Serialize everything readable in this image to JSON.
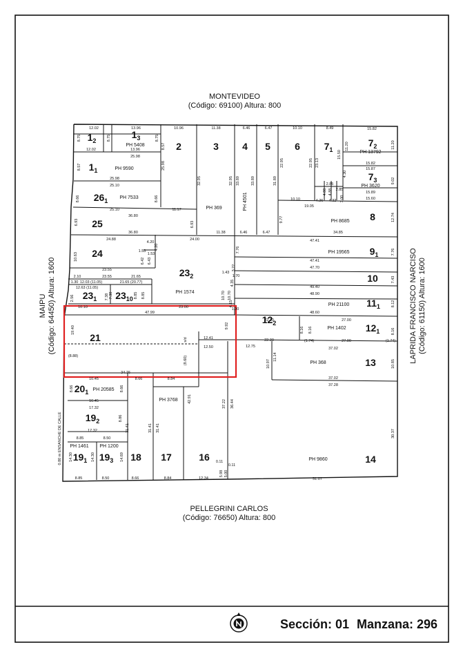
{
  "streets": {
    "north": {
      "name": "MONTEVIDEO",
      "detail": "(Código: 69100) Altura: 800"
    },
    "south": {
      "name": "PELLEGRINI CARLOS",
      "detail": "(Código: 76650) Altura: 800"
    },
    "west": {
      "name": "MAIPU",
      "detail": "(Código: 64450) Altura: 1600"
    },
    "east": {
      "name": "LAPRIDA FRANCISCO NARCISO",
      "detail": "(Código: 61150) Altura: 1600"
    }
  },
  "footer": {
    "section": "Sección: 01",
    "block": "Manzana: 296"
  },
  "parcels": [
    {
      "id": "p1_2",
      "num": "1",
      "sub": "2"
    },
    {
      "id": "p1_3",
      "num": "1",
      "sub": "3",
      "ph": "PH 5408"
    },
    {
      "id": "p1_1",
      "num": "1",
      "sub": "1",
      "ph": "PH 9590"
    },
    {
      "id": "p2",
      "num": "2"
    },
    {
      "id": "p3",
      "num": "3",
      "ph": "PH 369"
    },
    {
      "id": "p4",
      "num": "4",
      "ph": "PH 4501"
    },
    {
      "id": "p5",
      "num": "5"
    },
    {
      "id": "p6",
      "num": "6"
    },
    {
      "id": "p7_1",
      "num": "7",
      "sub": "1"
    },
    {
      "id": "p7_2",
      "num": "7",
      "sub": "2",
      "ph": "PH 13792"
    },
    {
      "id": "p7_3",
      "num": "7",
      "sub": "3",
      "ph": "PH 3620"
    },
    {
      "id": "p8",
      "num": "8",
      "ph": "PH 8685"
    },
    {
      "id": "p9_1",
      "num": "9",
      "sub": "1",
      "ph": "PH 19565"
    },
    {
      "id": "p10",
      "num": "10"
    },
    {
      "id": "p11_1",
      "num": "11",
      "sub": "1",
      "ph": "PH 21100"
    },
    {
      "id": "p12_1",
      "num": "12",
      "sub": "1",
      "ph": "PH 1402"
    },
    {
      "id": "p12_2",
      "num": "12",
      "sub": "2"
    },
    {
      "id": "p13",
      "num": "13",
      "ph": "PH 368"
    },
    {
      "id": "p14",
      "num": "14",
      "ph": "PH 9860"
    },
    {
      "id": "p16",
      "num": "16"
    },
    {
      "id": "p17",
      "num": "17"
    },
    {
      "id": "p18",
      "num": "18"
    },
    {
      "id": "p19_1",
      "num": "19",
      "sub": "1",
      "ph": "PH 1461"
    },
    {
      "id": "p19_3",
      "num": "19",
      "sub": "3",
      "ph": "PH 1200"
    },
    {
      "id": "p19_2",
      "num": "19",
      "sub": "2"
    },
    {
      "id": "p20_1",
      "num": "20",
      "sub": "1",
      "ph": "PH 20585"
    },
    {
      "id": "p21",
      "num": "21"
    },
    {
      "id": "p23_1",
      "num": "23",
      "sub": "1"
    },
    {
      "id": "p23_10",
      "num": "23",
      "sub": "10"
    },
    {
      "id": "p23_2",
      "num": "23",
      "sub": "2",
      "ph": "PH 1574"
    },
    {
      "id": "p24",
      "num": "24"
    },
    {
      "id": "p25",
      "num": "25"
    },
    {
      "id": "p26_1",
      "num": "26",
      "sub": "1",
      "ph": "PH 7533"
    },
    {
      "id": "pPH3768",
      "ph": "PH 3768"
    }
  ],
  "dims": [
    "12.02",
    "13.96",
    "10.96",
    "11.38",
    "6.46",
    "6.47",
    "10.10",
    "8.49",
    "15.82",
    "8.75",
    "8.75",
    "8.75",
    "12.02",
    "13.96",
    "11.20",
    "11.20",
    "25.98",
    "8.57",
    "25.98",
    "25.98",
    "32.95",
    "32.95",
    "33.89",
    "33.89",
    "31.89",
    "22.95",
    "22.95",
    "23.13",
    "15.50",
    "15.82",
    "15.87",
    "9.02",
    "4.30",
    "15.89",
    "8.57",
    "25.10",
    "8.66",
    "8.66",
    "25.10",
    "11.17",
    "10.10",
    "19.05",
    "4.26",
    "4.88",
    "4.88",
    "2.85",
    "2.85",
    "4.32",
    "3.00",
    "15.60",
    "12.74",
    "9.77",
    "6.93",
    "36.80",
    "6.93",
    "36.80",
    "11.38",
    "6.46",
    "6.47",
    "34.85",
    "24.88",
    "24.00",
    "10.63",
    "7.76",
    "47.41",
    "7.76",
    "4.20",
    "1.53",
    "6.42",
    "1.53",
    "6.43",
    "4.20",
    "47.41",
    "23.55",
    "3.22",
    "47.70",
    "7.43",
    "2.10",
    "23.55",
    "21.65",
    "1.43",
    "1.70",
    "49.40",
    "1.30",
    "12.03 (11.05)",
    "21.65 (20.77)",
    "4.35",
    "48.90",
    "8.12",
    "12.63 (11.05)",
    "7.38",
    "8.85",
    "10.70",
    "2.56",
    "48.60",
    "8.85",
    "10.70",
    "7.38",
    "10.10",
    "4.15",
    "1.30",
    "47.99",
    "23.00",
    "9.92",
    "22.30",
    "27.00",
    "8.16",
    "8.16",
    "8.16",
    "19.40",
    "s/d",
    "12.41",
    "12.75",
    "22.30",
    "(1.74)",
    "(1.74)",
    "27.00",
    "37.02",
    "12.50",
    "(8.88)",
    "(8.60)",
    "10.97",
    "11.14",
    "10.85",
    "34.76",
    "10.45",
    "8.66",
    "8.84",
    "37.02",
    "37.28",
    "8.66",
    "8.66",
    "16.45",
    "37.22",
    "36.44",
    "17.32",
    "31.41",
    "31.41",
    "31.41",
    "42.91",
    "8.86",
    "8.85",
    "8.50",
    "17.32",
    "30.37",
    "14.30",
    "14.30",
    "14.69",
    "0.11",
    "0.11",
    "5.98",
    "5.00",
    "8.85",
    "8.50",
    "8.66",
    "8.84",
    "12.34",
    "51.07",
    "0.80 m ENSANCHE DE CALLE"
  ],
  "colors": {
    "ink": "#111111",
    "highlight": "#e02020"
  },
  "icons": {
    "north": "north-arrow-icon"
  }
}
